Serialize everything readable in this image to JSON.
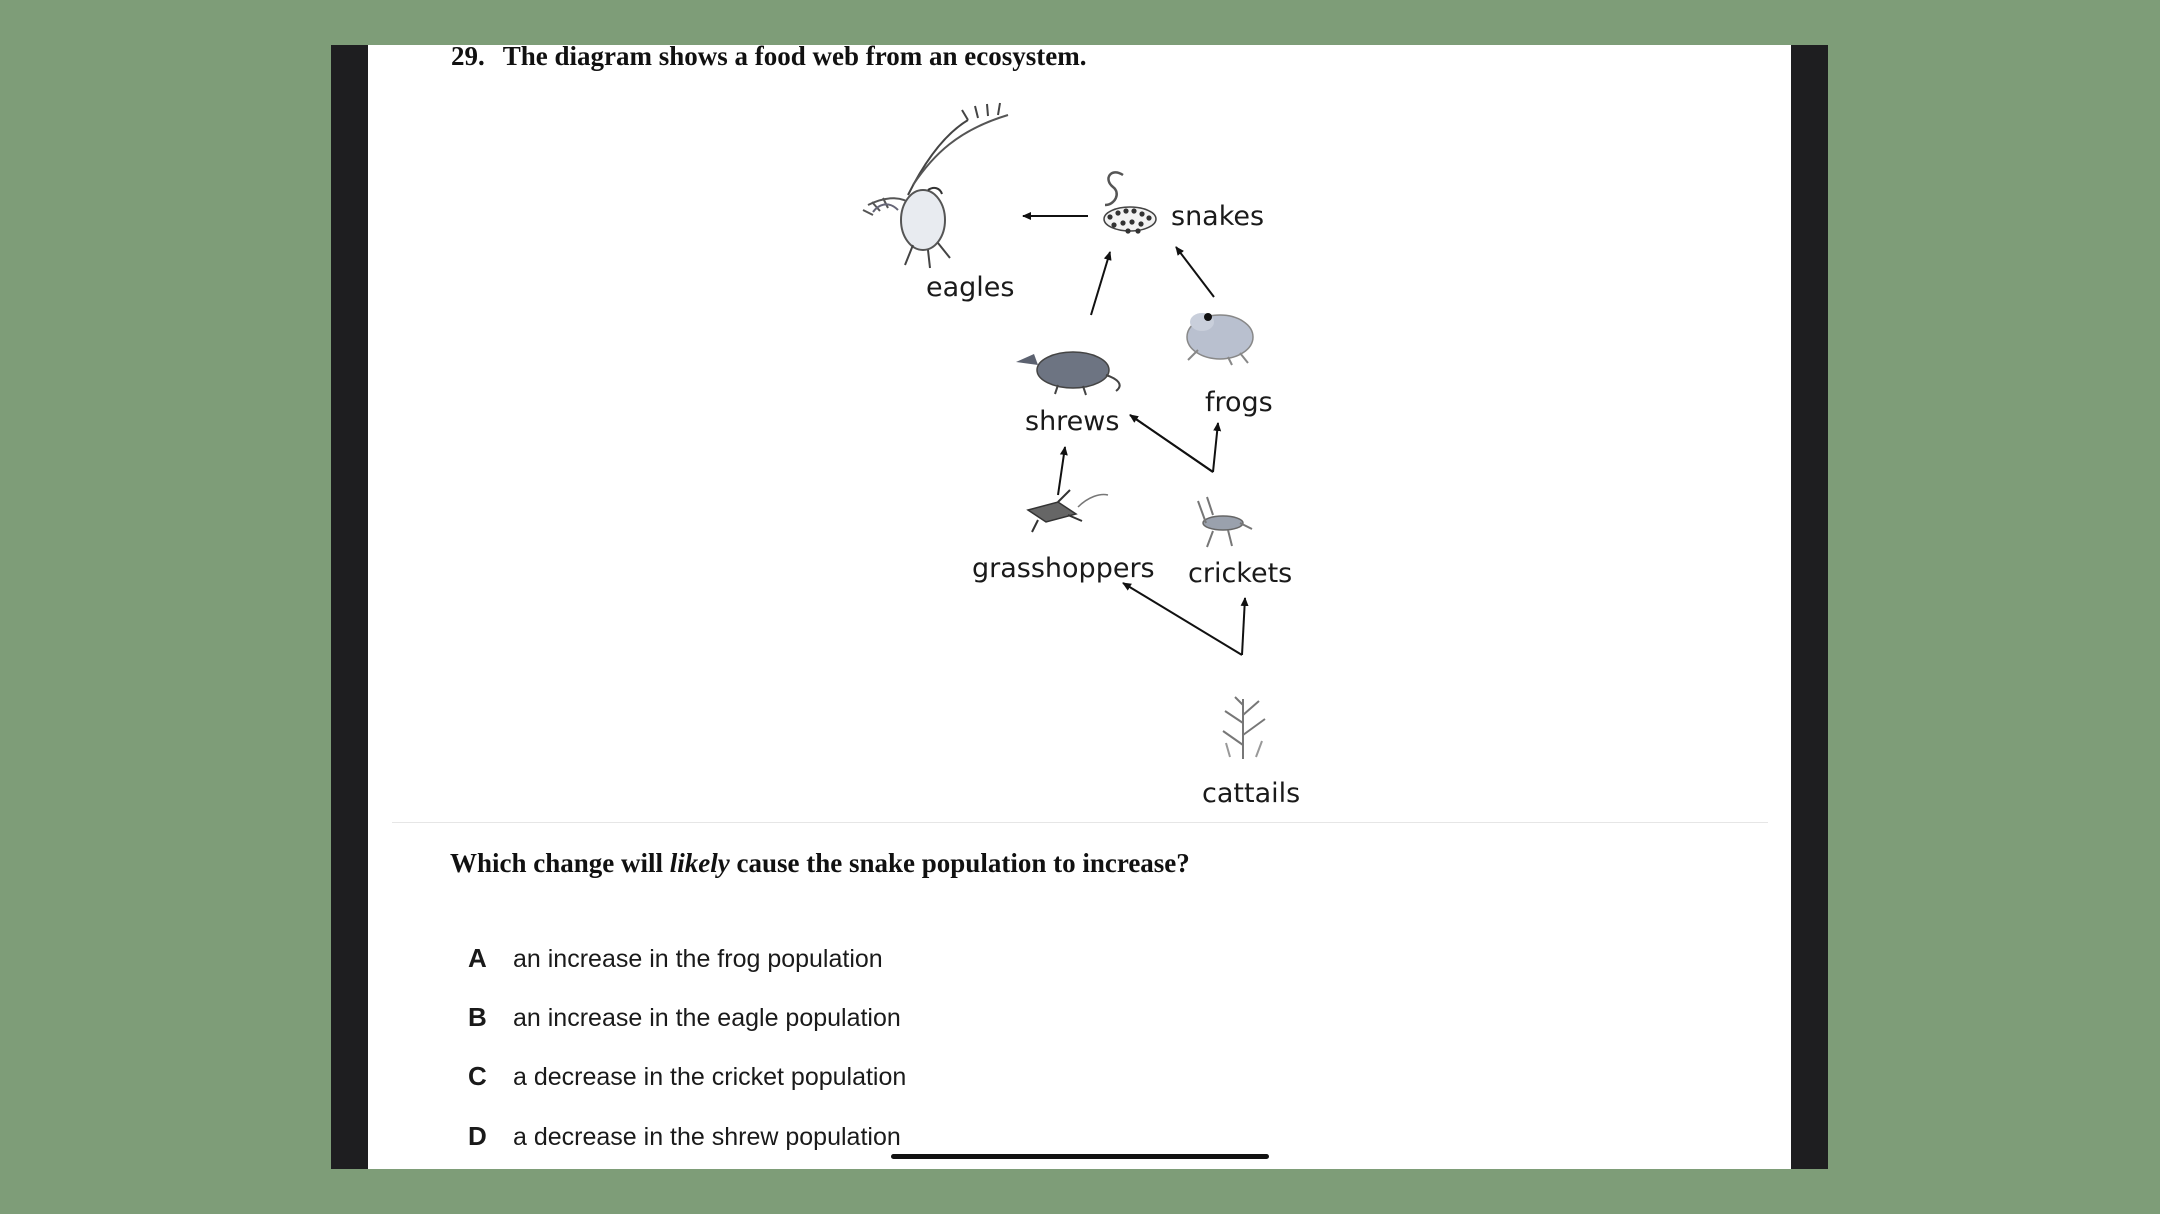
{
  "question": {
    "number": "29.",
    "intro": "The diagram shows a food web from an ecosystem.",
    "prompt_before": "Which change will ",
    "prompt_emphasis": "likely",
    "prompt_after": " cause the snake population to increase?"
  },
  "food_web": {
    "organisms": {
      "eagles": "eagles",
      "snakes": "snakes",
      "shrews": "shrews",
      "frogs": "frogs",
      "grasshoppers": "grasshoppers",
      "crickets": "crickets",
      "cattails": "cattails"
    },
    "arrows": [
      {
        "from": "snakes",
        "to": "eagles"
      },
      {
        "from": "shrews",
        "to": "snakes"
      },
      {
        "from": "frogs",
        "to": "snakes"
      },
      {
        "from": "grasshoppers",
        "to": "shrews"
      },
      {
        "from": "crickets",
        "to": "shrews"
      },
      {
        "from": "crickets",
        "to": "frogs"
      },
      {
        "from": "cattails",
        "to": "grasshoppers"
      },
      {
        "from": "cattails",
        "to": "crickets"
      }
    ]
  },
  "choices": [
    {
      "letter": "A",
      "text": "an increase in the frog population"
    },
    {
      "letter": "B",
      "text": "an increase in the eagle population"
    },
    {
      "letter": "C",
      "text": "a decrease in the cricket population"
    },
    {
      "letter": "D",
      "text": "a decrease in the shrew population"
    }
  ],
  "colors": {
    "background": "#7e9d78",
    "frame": "#1e1e20",
    "page": "#ffffff"
  }
}
